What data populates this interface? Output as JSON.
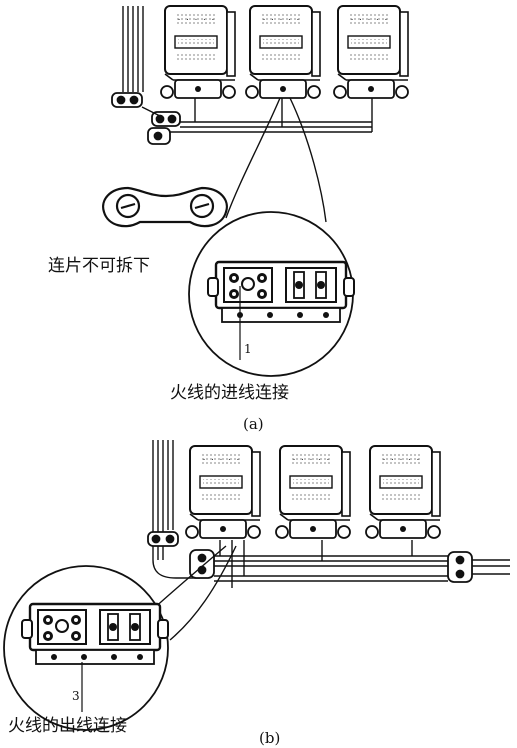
{
  "diagram": {
    "top": {
      "label_link": "连片不可拆下",
      "label_connection": "火线的进线连接",
      "terminal_number": "1",
      "caption": "(a)"
    },
    "bottom": {
      "label_connection": "火线的出线连接",
      "terminal_number": "3",
      "caption": "(b)"
    }
  }
}
